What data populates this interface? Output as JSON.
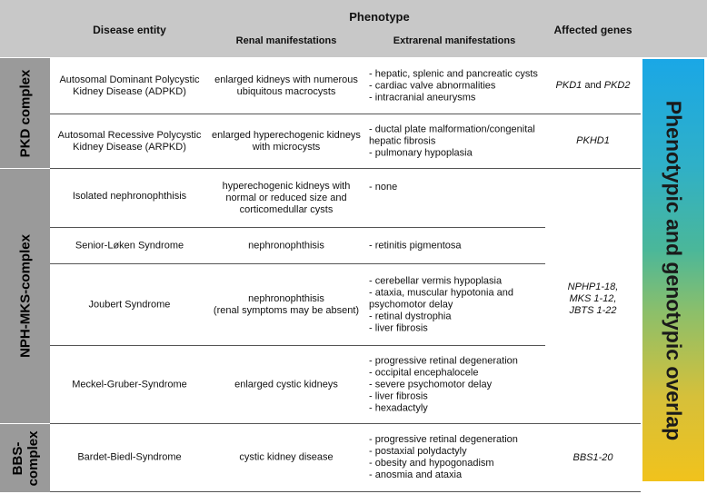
{
  "header": {
    "phenotype": "Phenotype",
    "disease_entity": "Disease entity",
    "renal": "Renal manifestations",
    "extrarenal": "Extrarenal manifestations",
    "affected_genes": "Affected genes"
  },
  "groups": {
    "pkd": "PKD complex",
    "nph": "NPH-MKS-complex",
    "bbs_1": "BBS-",
    "bbs_2": "complex"
  },
  "rows": [
    {
      "disease": [
        "Autosomal Dominant Polycystic",
        "Kidney Disease (ADPKD)"
      ],
      "renal": [
        "enlarged kidneys with numerous",
        "ubiquitous macrocysts"
      ],
      "extrarenal": [
        "- hepatic, splenic and pancreatic cysts",
        "- cardiac valve abnormalities",
        "- intracranial aneurysms"
      ]
    },
    {
      "disease": [
        "Autosomal Recessive Polycystic",
        "Kidney Disease (ARPKD)"
      ],
      "renal": [
        "enlarged hyperechogenic kidneys",
        "with microcysts"
      ],
      "extrarenal": [
        "- ductal plate malformation/congenital",
        "hepatic fibrosis",
        "- pulmonary hypoplasia"
      ]
    },
    {
      "disease": [
        "Isolated nephronophthisis"
      ],
      "renal": [
        "hyperechogenic kidneys with",
        "normal or reduced size and",
        "corticomedullar cysts"
      ],
      "extrarenal": [
        "- none"
      ]
    },
    {
      "disease": [
        "Senior-Løken Syndrome"
      ],
      "renal": [
        "nephronophthisis"
      ],
      "extrarenal": [
        "- retinitis pigmentosa"
      ]
    },
    {
      "disease": [
        "Joubert Syndrome"
      ],
      "renal": [
        "nephronophthisis",
        "(renal symptoms may be absent)"
      ],
      "extrarenal": [
        "- cerebellar vermis hypoplasia",
        "- ataxia, muscular hypotonia and",
        "psychomotor delay",
        "- retinal dystrophia",
        "- liver fibrosis"
      ]
    },
    {
      "disease": [
        "Meckel-Gruber-Syndrome"
      ],
      "renal": [
        "enlarged cystic kidneys"
      ],
      "extrarenal": [
        "- progressive retinal degeneration",
        "- occipital encephalocele",
        "- severe psychomotor delay",
        "- liver fibrosis",
        "- hexadactyly"
      ]
    },
    {
      "disease": [
        "Bardet-Biedl-Syndrome"
      ],
      "renal": [
        "cystic kidney disease"
      ],
      "extrarenal": [
        "- progressive retinal degeneration",
        "- postaxial polydactyly",
        "- obesity and hypogonadism",
        "- anosmia and ataxia"
      ]
    }
  ],
  "genes": {
    "adpkd_1": "PKD1",
    "adpkd_and": " and ",
    "adpkd_2": "PKD2",
    "arpkd": "PKHD1",
    "nph": [
      "NPHP1-18,",
      "MKS 1-12,",
      "JBTS 1-22"
    ],
    "bbs": "BBS1-20"
  },
  "overlap_label": "Phenotypic and genotypic overlap",
  "colors": {
    "header_bg": "#c8c8c8",
    "group_bg": "#9a9a9a",
    "bar_top": "#1aa7e6",
    "bar_bottom": "#f1c21c"
  }
}
